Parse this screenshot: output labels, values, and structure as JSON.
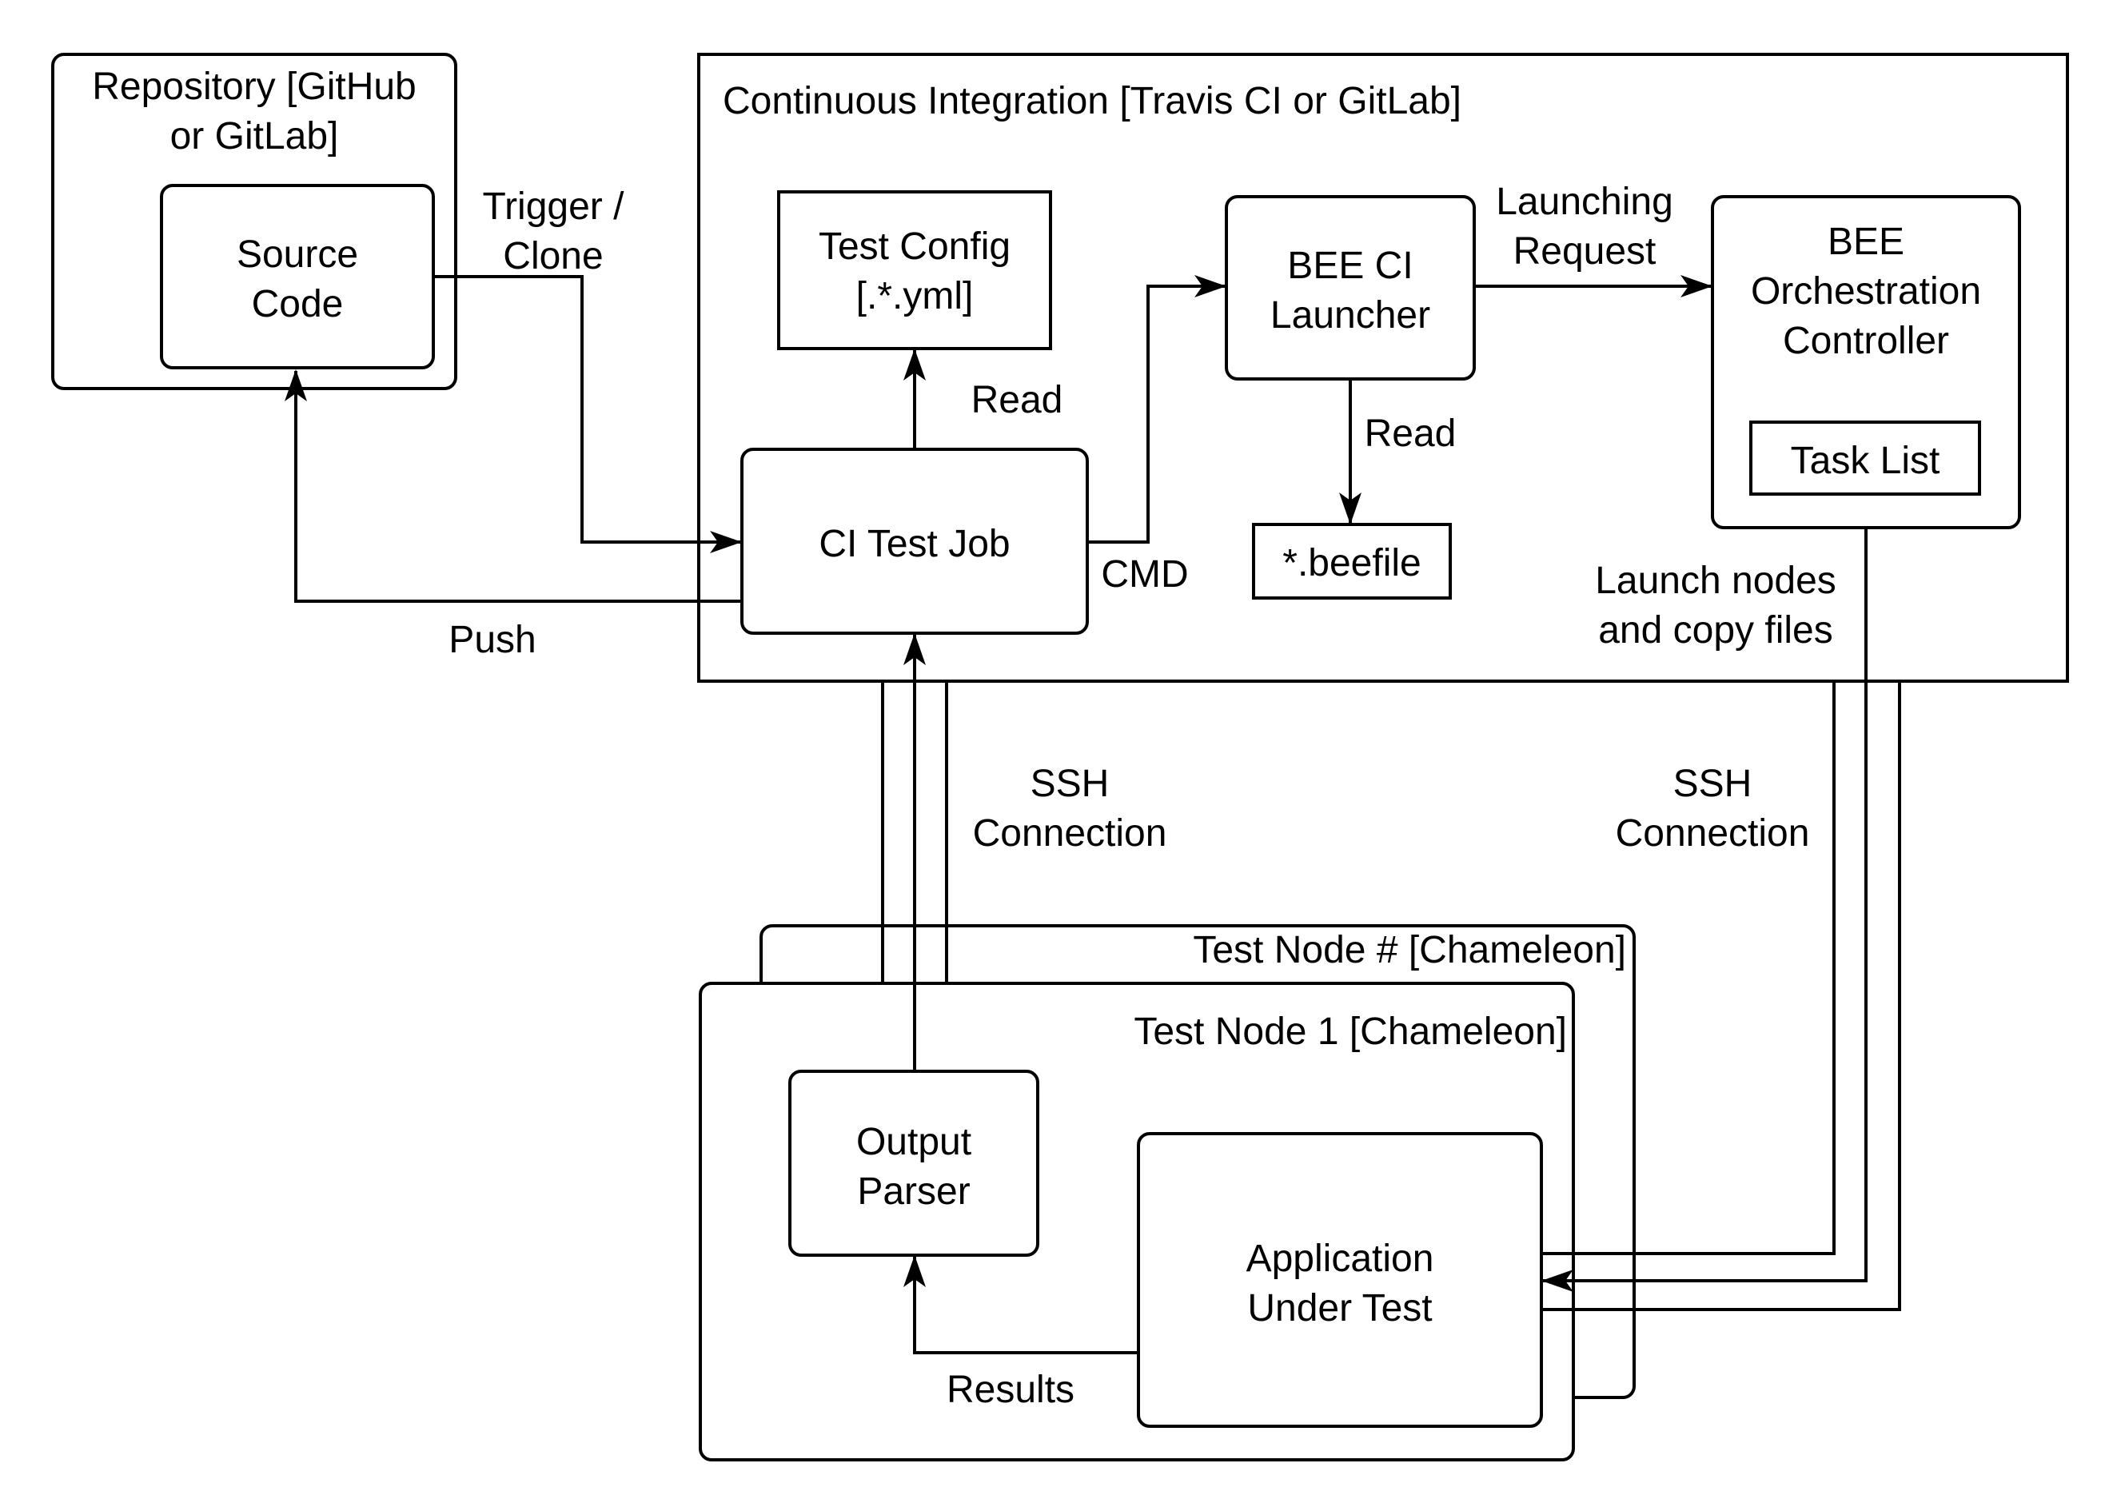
{
  "repository": {
    "title_line1": "Repository [GitHub",
    "title_line2": "or GitLab]",
    "source_code_line1": "Source",
    "source_code_line2": "Code"
  },
  "ci": {
    "title": "Continuous Integration [Travis CI or GitLab]",
    "test_config_line1": "Test Config",
    "test_config_line2": "[.*.yml]",
    "ci_test_job": "CI Test Job",
    "bee_ci_launcher_line1": "BEE CI",
    "bee_ci_launcher_line2": "Launcher",
    "beefile": "*.beefile",
    "orchestration_line1": "BEE",
    "orchestration_line2": "Orchestration",
    "orchestration_line3": "Controller",
    "task_list": "Task List"
  },
  "nodes": {
    "test_node_n": "Test Node # [Chameleon]",
    "test_node_1": "Test Node 1 [Chameleon]",
    "output_parser_line1": "Output",
    "output_parser_line2": "Parser",
    "app_line1": "Application",
    "app_line2": "Under Test"
  },
  "edges": {
    "trigger_line1": "Trigger /",
    "trigger_line2": "Clone",
    "push": "Push",
    "read_config": "Read",
    "cmd": "CMD",
    "launching_line1": "Launching",
    "launching_line2": "Request",
    "read_beefile": "Read",
    "launch_nodes_line1": "Launch nodes",
    "launch_nodes_line2": "and copy files",
    "ssh_left_line1": "SSH",
    "ssh_left_line2": "Connection",
    "ssh_right_line1": "SSH",
    "ssh_right_line2": "Connection",
    "results": "Results"
  }
}
